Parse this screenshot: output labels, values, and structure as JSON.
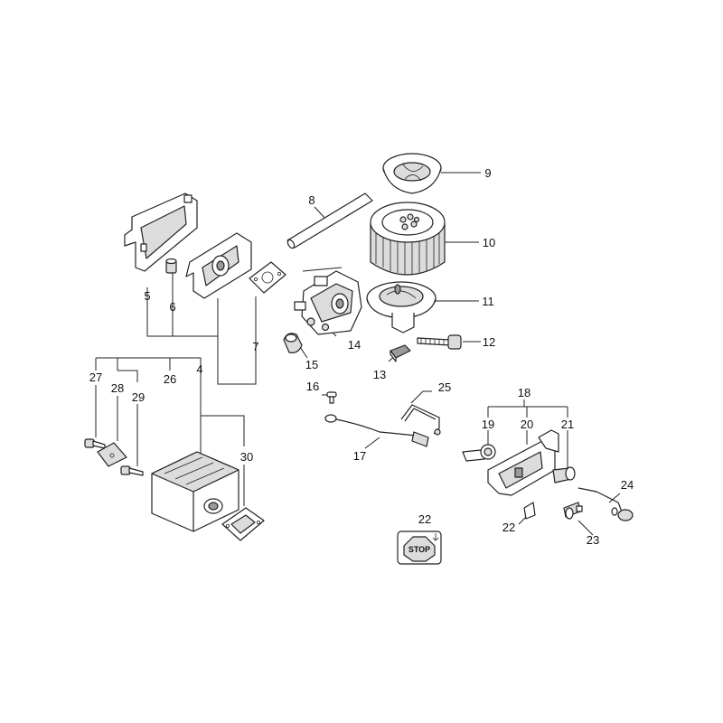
{
  "callouts": {
    "c4": "4",
    "c5": "5",
    "c6": "6",
    "c7": "7",
    "c8": "8",
    "c9": "9",
    "c10": "10",
    "c11": "11",
    "c12": "12",
    "c13": "13",
    "c14": "14",
    "c15": "15",
    "c16": "16",
    "c17": "17",
    "c18": "18",
    "c19": "19",
    "c20": "20",
    "c21": "21",
    "c22a": "22",
    "c22b": "22",
    "c23": "23",
    "c24": "24",
    "c25": "25",
    "c26": "26",
    "c27": "27",
    "c28": "28",
    "c29": "29",
    "c30": "30"
  },
  "stop_label": {
    "text": "STOP"
  }
}
